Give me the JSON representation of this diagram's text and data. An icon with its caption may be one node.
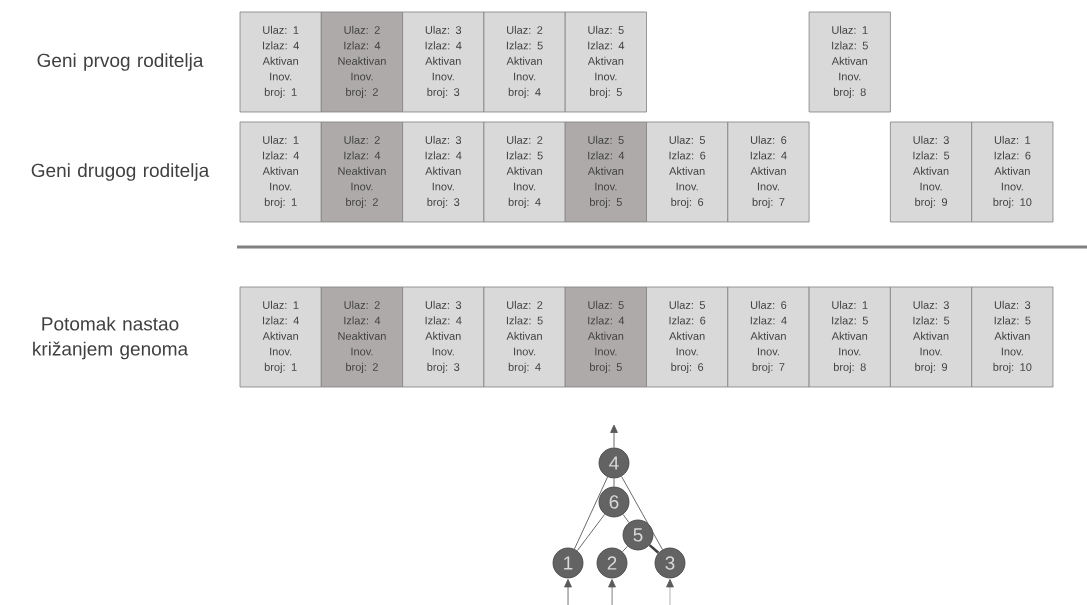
{
  "diagram": {
    "nodes": [
      {
        "text": [
          "Ulaz: 1",
          "Izlaz: 4",
          "Aktivan",
          "Inov. broj: 1"
        ]
      },
      {
        "text": [
          "Ulaz: 2",
          "Izlaz: 4",
          "Neaktivan",
          "Inov. broj: 2"
        ]
      },
      {
        "text": [
          "Ulaz: 3",
          "Izlaz: 4",
          "Aktivan",
          "Inov. broj: 3"
        ]
      },
      {
        "text": [
          "Ulaz: 2",
          "Izlaz: 5",
          "Aktivan",
          "Inov. broj: 4"
        ]
      },
      {
        "text": [
          "Ulaz: 5",
          "Izlaz: 4",
          "Aktivan",
          "Inov. broj: 5"
        ]
      },
      {
        "text": [
          "Ulaz: 1",
          "Izlaz: 5",
          "Aktivan",
          "Inov. broj: 8"
        ]
      },
      {
        "text": [
          "Ulaz: 1",
          "Izlaz: 4",
          "Aktivan",
          "Inov. broj: 1"
        ]
      },
      {
        "text": [
          "Ulaz: 2",
          "Izlaz: 4",
          "Neaktivan",
          "Inov. broj: 2"
        ]
      },
      {
        "text": [
          "Ulaz: 3",
          "Izlaz: 4",
          "Aktivan",
          "Inov. broj: 3"
        ]
      },
      {
        "text": [
          "Ulaz: 2",
          "Izlaz: 5",
          "Aktivan",
          "Inov. broj: 4"
        ]
      },
      {
        "text": [
          "Ulaz: 5",
          "Izlaz: 4",
          "Aktivan",
          "Inov. broj: 5"
        ]
      },
      {
        "text": [
          "Ulaz: 5",
          "Izlaz: 6",
          "Aktivan",
          "Inov. broj: 6"
        ]
      },
      {
        "text": [
          "Ulaz: 6",
          "Izlaz: 4",
          "Aktivan",
          "Inov. broj: 7"
        ]
      },
      {
        "text": [
          "Ulaz: 3",
          "Izlaz: 5",
          "Aktivan",
          "Inov. broj: 9"
        ]
      },
      {
        "text": [
          "Ulaz: 1",
          "Izlaz: 6",
          "Aktivan",
          "Inov. broj: 10"
        ]
      },
      {
        "text": [
          "Ulaz: 1",
          "Izlaz: 4",
          "Aktivan",
          "Inov. broj: 1"
        ]
      },
      {
        "text": [
          "Ulaz: 2",
          "Izlaz: 4",
          "Neaktivan",
          "Inov. broj: 2"
        ]
      },
      {
        "text": [
          "Ulaz: 3",
          "Izlaz: 4",
          "Aktivan",
          "Inov. broj: 3"
        ]
      },
      {
        "text": [
          "Ulaz: 2",
          "Izlaz: 5",
          "Aktivan",
          "Inov. broj: 4"
        ]
      },
      {
        "text": [
          "Ulaz: 5",
          "Izlaz: 4",
          "Aktivan",
          "Inov. broj: 5"
        ]
      },
      {
        "text": [
          "Ulaz: 5",
          "Izlaz: 6",
          "Aktivan",
          "Inov. broj: 6"
        ]
      },
      {
        "text": [
          "Ulaz: 6",
          "Izlaz: 4",
          "Aktivan",
          "Inov. broj: 7"
        ]
      },
      {
        "text": [
          "Ulaz: 1",
          "Izlaz: 5",
          "Aktivan",
          "Inov. broj: 8"
        ]
      },
      {
        "text": [
          "Ulaz: 3",
          "Izlaz: 5",
          "Aktivan",
          "Inov. broj: 9"
        ]
      },
      {
        "text": [
          "Ulaz: 3",
          "Izlaz: 5",
          "Aktivan",
          "Inov. broj: 10"
        ]
      },
      {
        "text": [
          "4"
        ]
      },
      {
        "text": [
          "6"
        ]
      },
      {
        "text": [
          "5"
        ]
      },
      {
        "text": [
          "1"
        ]
      },
      {
        "text": [
          "2"
        ]
      },
      {
        "text": [
          "3"
        ]
      }
    ],
    "edges": [
      {
        "from": 25,
        "to": null,
        "arrow": "to"
      },
      {
        "from": 28,
        "to": 25,
        "arrow": "none"
      },
      {
        "from": 28,
        "to": 26,
        "arrow": "none"
      },
      {
        "from": 26,
        "to": 25,
        "arrow": "none"
      },
      {
        "from": 26,
        "to": 27,
        "arrow": "none"
      },
      {
        "from": 29,
        "to": 27,
        "arrow": "none"
      },
      {
        "from": 27,
        "to": 30,
        "arrow": "none",
        "style": "thick"
      },
      {
        "from": 30,
        "to": 25,
        "arrow": "none"
      },
      {
        "from": null,
        "to": 28,
        "arrow": "to"
      },
      {
        "from": null,
        "to": 29,
        "arrow": "to"
      },
      {
        "from": null,
        "to": 30,
        "arrow": "to"
      }
    ],
    "labels": [
      "Geni prvog roditelja",
      "Geni drugog roditelja",
      "Potomak nastao križanjem genoma"
    ]
  }
}
